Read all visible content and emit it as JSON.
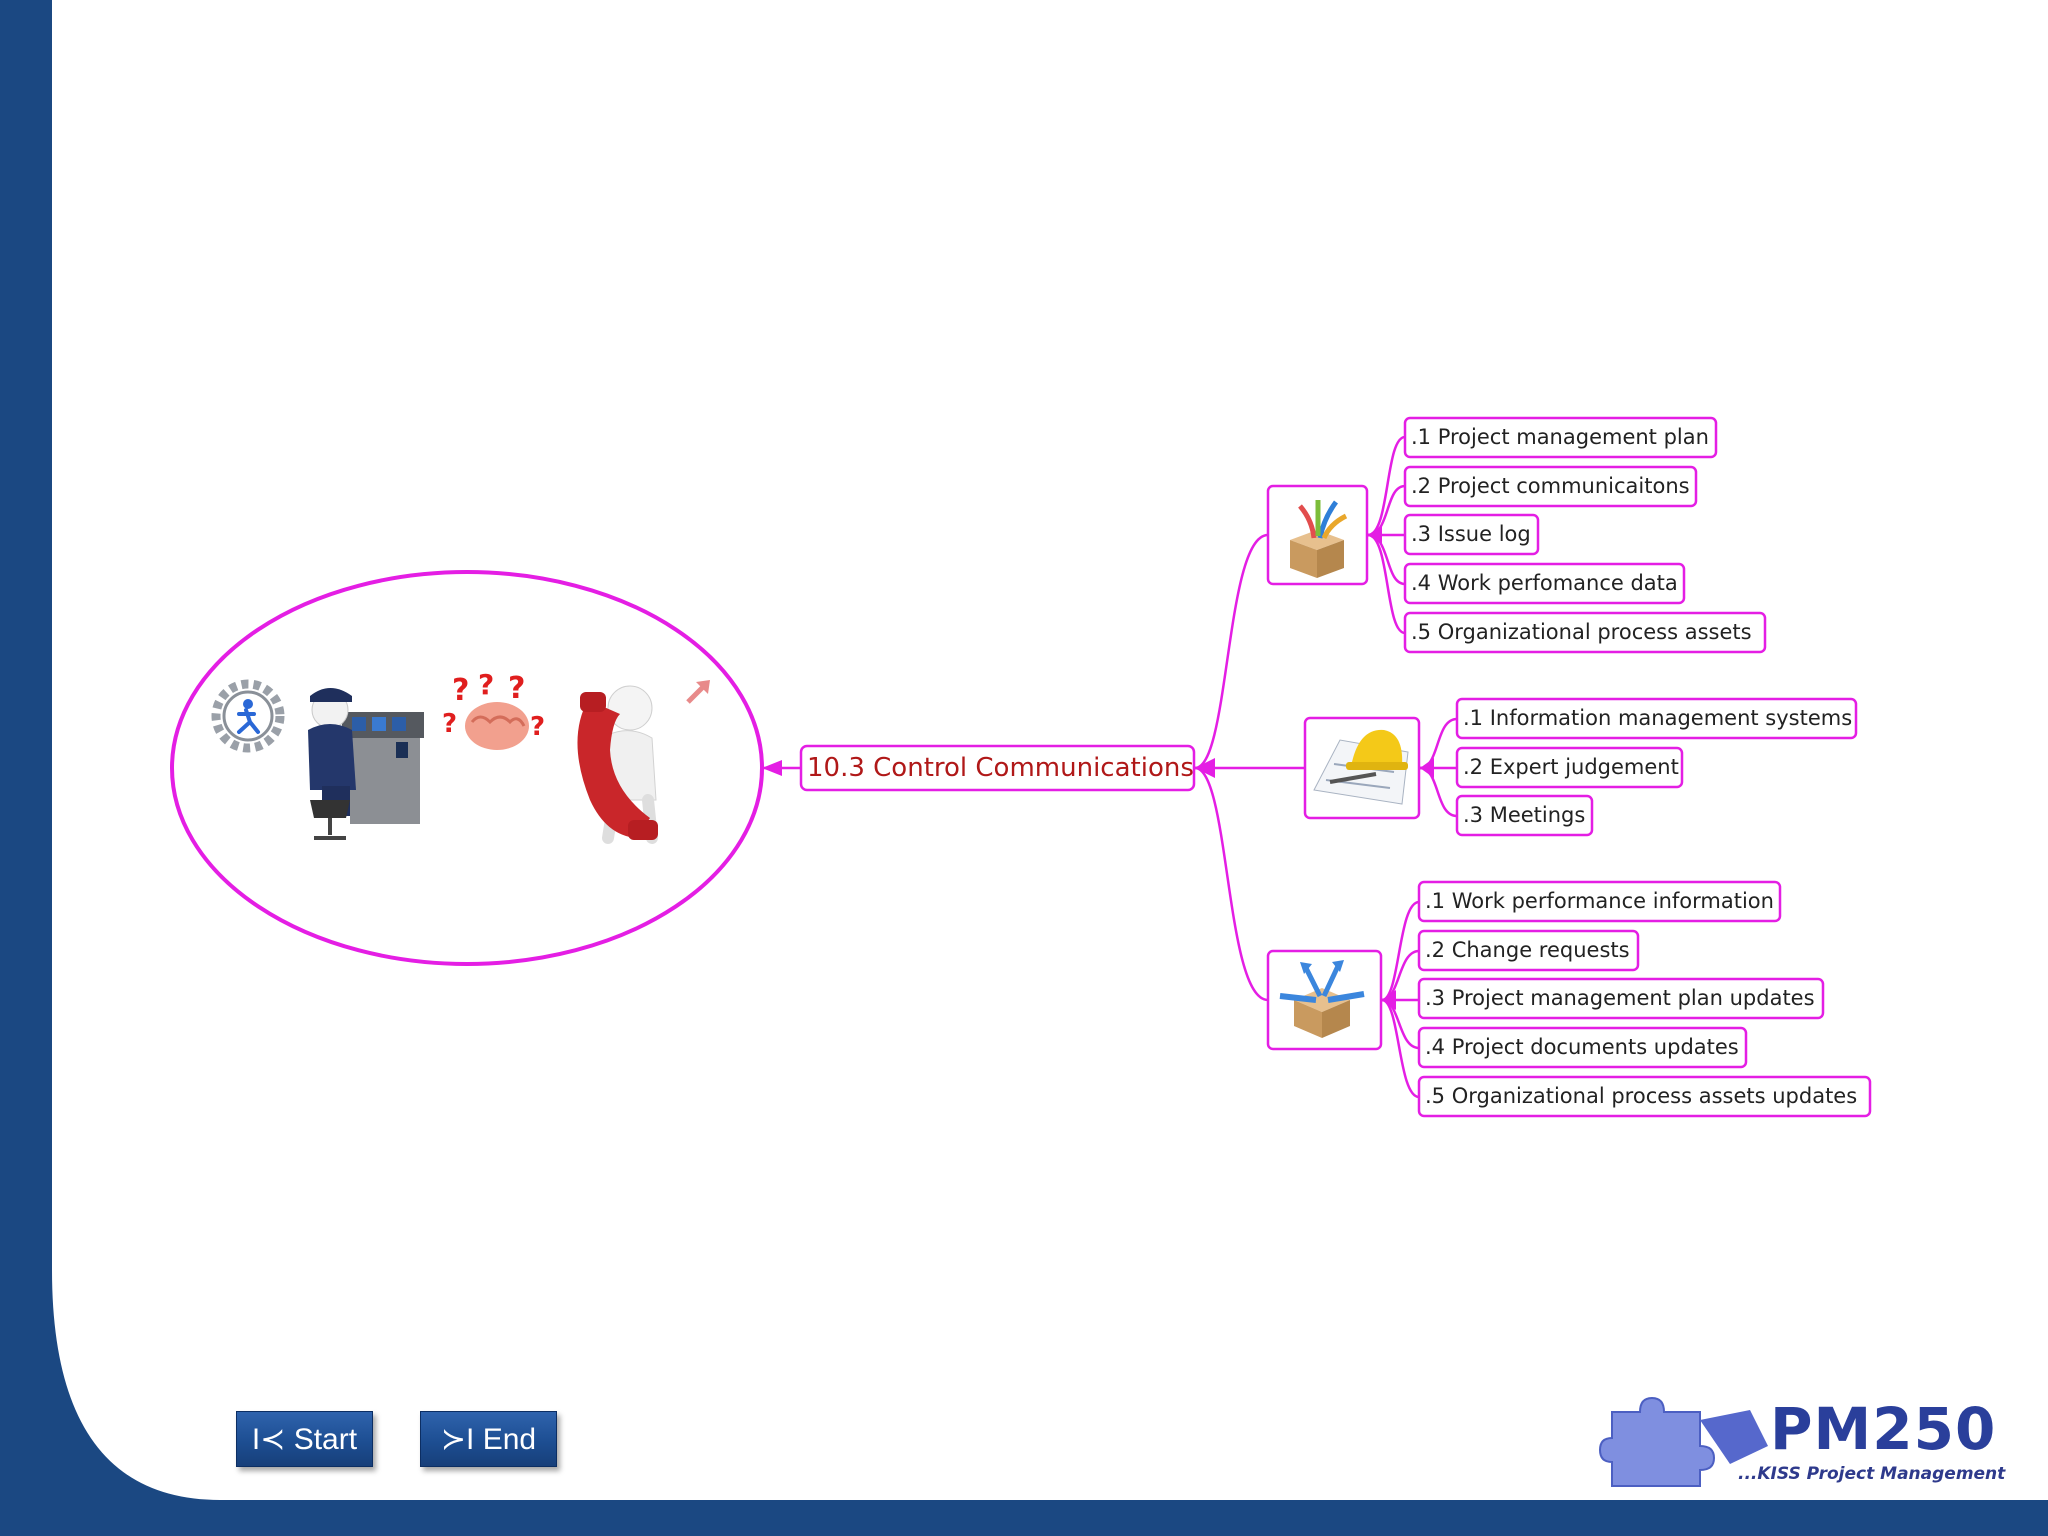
{
  "diagram": {
    "central": "10.3 Control Communications",
    "inputs": [
      ".1 Project management plan",
      ".2 Project communicaitons",
      ".3 Issue log",
      ".4 Work perfomance data",
      ".5 Organizational process assets"
    ],
    "tools": [
      ".1 Information management systems",
      ".2 Expert judgement",
      ".3 Meetings"
    ],
    "outputs": [
      ".1 Work performance information",
      ".2 Change requests",
      ".3 Project management plan updates",
      ".4 Project documents updates",
      ".5 Organizational process assets updates"
    ],
    "colors": {
      "branch": "#e41ee4",
      "central_text": "#b01818",
      "frame": "#1b4882"
    }
  },
  "nav": {
    "start_label": "I≺ Start",
    "end_label": "≻I End"
  },
  "logo": {
    "name": "PM250",
    "tagline": "...KISS Project Management"
  },
  "icons": [
    "gear-runner-icon",
    "operator-console-icon",
    "question-brain-icon",
    "phone-person-icon",
    "arrow-icon",
    "input-box-icon",
    "tools-hardhat-icon",
    "output-box-icon",
    "puzzle-logo-icon"
  ]
}
